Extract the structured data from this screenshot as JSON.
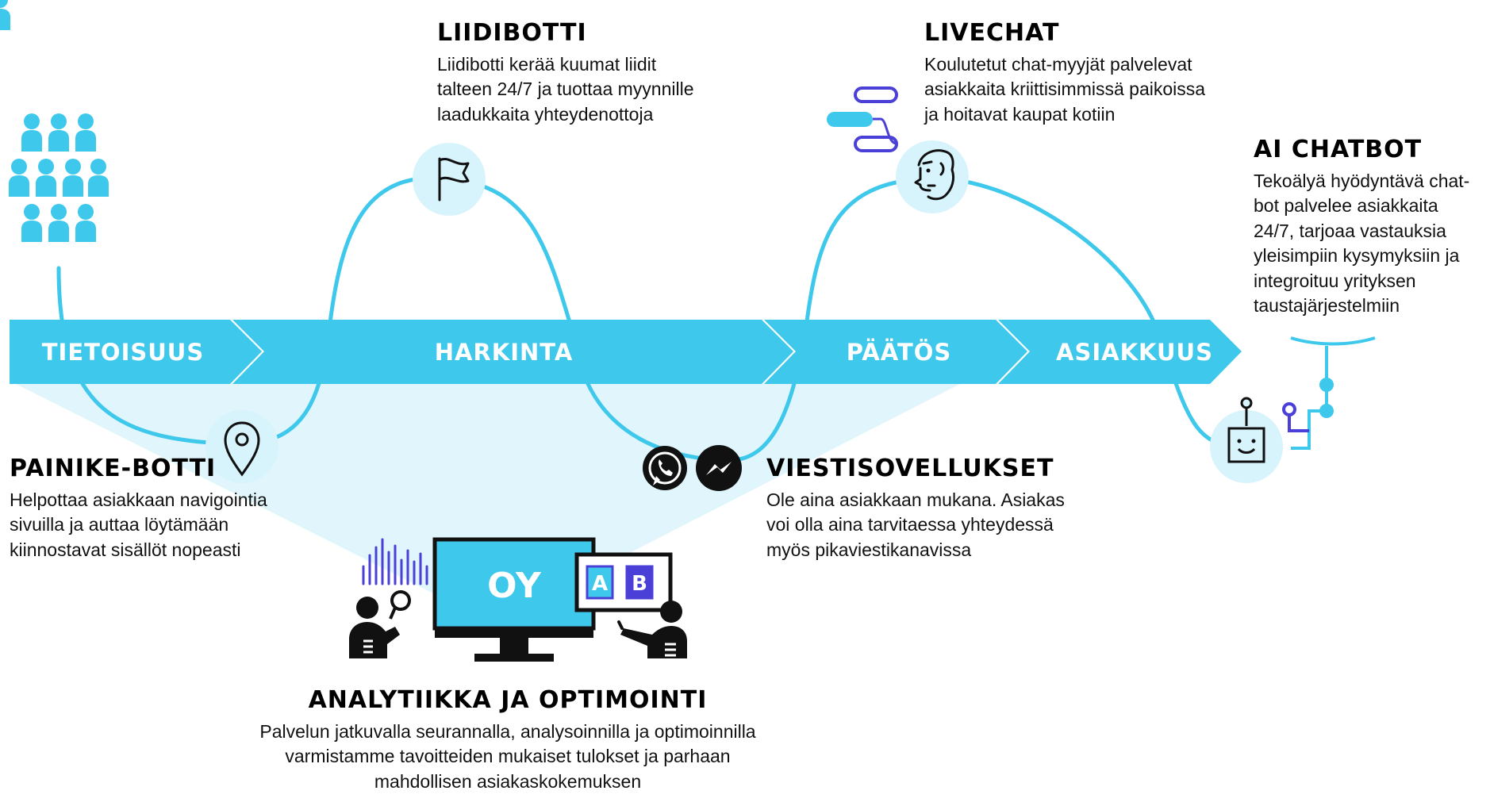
{
  "colors": {
    "primary": "#3ec8ec",
    "light": "#d7f3fb",
    "accent": "#4a3fd6",
    "dark": "#111111"
  },
  "stages": [
    {
      "label": "TIETOISUUS"
    },
    {
      "label": "HARKINTA"
    },
    {
      "label": "PÄÄTÖS"
    },
    {
      "label": "ASIAKKUUS"
    }
  ],
  "sections": {
    "liidibotti": {
      "title": "LIIDIBOTTI",
      "lines": [
        "Liidibotti kerää kuumat liidit",
        "talteen 24/7 ja tuottaa myynnille",
        "laadukkaita yhteydenottoja"
      ]
    },
    "livechat": {
      "title": "LIVECHAT",
      "lines": [
        "Koulutetut chat-myyjät palvelevat",
        "asiakkaita kriittisimmissä paikoissa",
        "ja hoitavat kaupat kotiin"
      ]
    },
    "ai_chatbot": {
      "title": "AI CHATBOT",
      "lines": [
        "Tekoälyä hyödyntävä chat-",
        "bot palvelee asiakkaita",
        "24/7, tarjoaa vastauksia",
        "yleisimpiin kysymyksiin ja",
        "integroituu yrityksen",
        "taustajärjestelmiin"
      ]
    },
    "painike_botti": {
      "title": "PAINIKE-BOTTI",
      "lines": [
        "Helpottaa asiakkaan navigointia",
        "sivuilla ja auttaa löytämään",
        "kiinnostavat sisällöt nopeasti"
      ]
    },
    "viestisovellukset": {
      "title": "VIESTISOVELLUKSET",
      "lines": [
        "Ole aina asiakkaan mukana. Asiakas",
        "voi olla aina tarvitaessa yhteydessä",
        "myös pikaviestikanavissa"
      ]
    },
    "analytiikka": {
      "title": "ANALYTIIKKA JA OPTIMOINTI",
      "lines": [
        "Palvelun jatkuvalla seurannalla, analysoinnilla ja optimoinnilla",
        "varmistamme tavoitteiden mukaiset tulokset ja parhaan",
        "mahdollisen asiakaskokemuksen"
      ]
    }
  },
  "illustration": {
    "monitor_text": "OY",
    "ab_labels": [
      "A",
      "B"
    ]
  },
  "icons": {
    "audience": "people-group-icon",
    "flag": "flag-icon",
    "location": "location-pin-icon",
    "face": "human-face-icon",
    "chat": "chat-bubbles-icon",
    "whatsapp": "whatsapp-icon",
    "messenger": "messenger-icon",
    "robot": "robot-face-icon",
    "analytics": "analytics-people-icon"
  }
}
